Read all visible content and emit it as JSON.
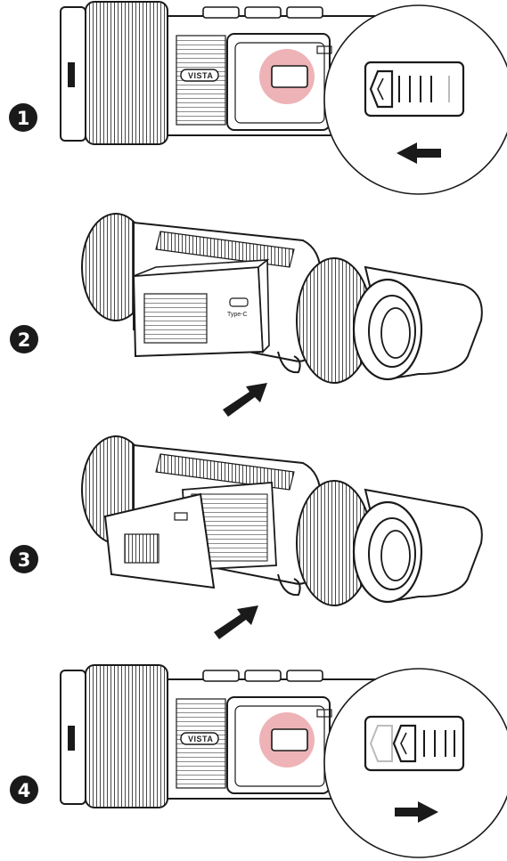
{
  "steps": [
    {
      "number": "1"
    },
    {
      "number": "2"
    },
    {
      "number": "3"
    },
    {
      "number": "4"
    }
  ],
  "labels": {
    "brand": "VISTA",
    "port": "Type-C"
  },
  "colors": {
    "ink": "#1a1a1a",
    "highlight": "#e89a9e",
    "background": "#ffffff"
  },
  "arrows": {
    "step1": "arrow-left",
    "step2": "arrow-up-right",
    "step3": "arrow-up-right",
    "step4": "arrow-right"
  }
}
